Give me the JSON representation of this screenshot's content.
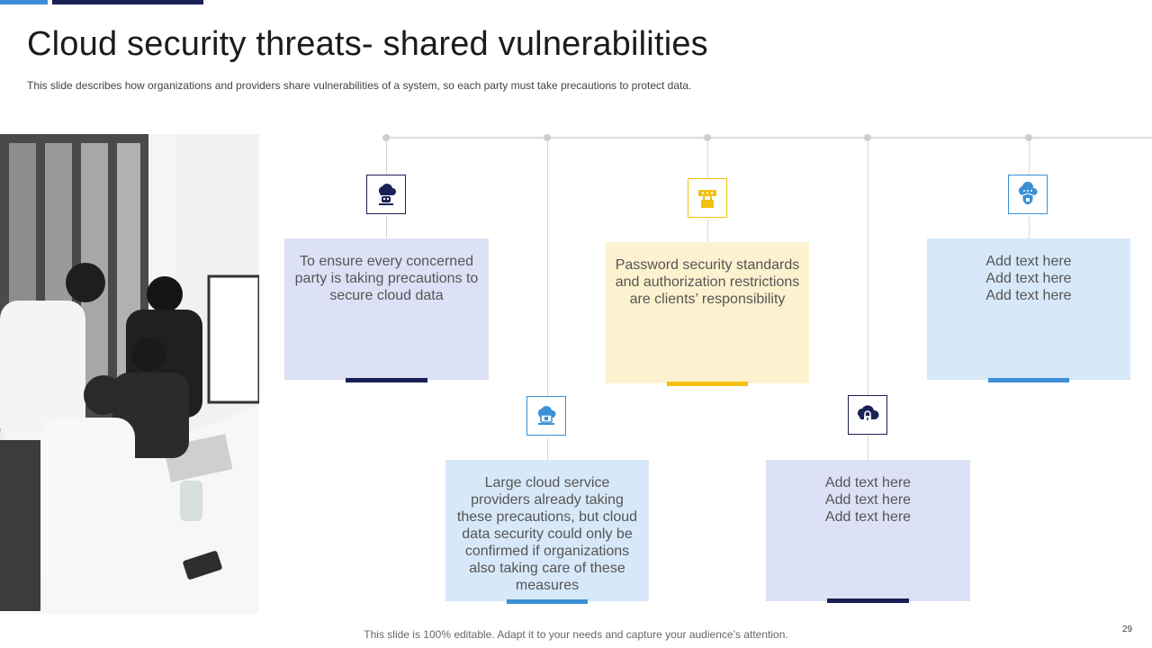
{
  "header": {
    "title": "Cloud security threats- shared vulnerabilities",
    "subtitle": "This slide describes how organizations and providers  share vulnerabilities  of a system, so each party must take precautions to protect data."
  },
  "colors": {
    "navy": "#1a2156",
    "blue": "#3b8fd6",
    "yellow": "#f2c012",
    "lavender": "#dde1f5",
    "lightblue": "#d7e8f8",
    "cream": "#fdf2cf"
  },
  "cards": [
    {
      "text": "To ensure every concerned party is taking precautions to secure cloud data",
      "icon": "cloud-robot-icon"
    },
    {
      "text": "Large cloud service providers already taking these precautions, but cloud data security could only be confirmed if organizations also taking care of these measures",
      "icon": "cloud-laptop-lock-icon"
    },
    {
      "text": "Password security standards and authorization restrictions are clients’ responsibility",
      "icon": "password-lock-icon"
    },
    {
      "text": "Add text here\nAdd text here\nAdd text here",
      "icon": "cloud-padlock-icon"
    },
    {
      "text": "Add text here\nAdd text here\nAdd text here",
      "icon": "cloud-shield-icon"
    }
  ],
  "footer": {
    "note": "This slide is 100% editable. Adapt it to your needs and capture your audience’s attention.",
    "page_number": "29"
  }
}
